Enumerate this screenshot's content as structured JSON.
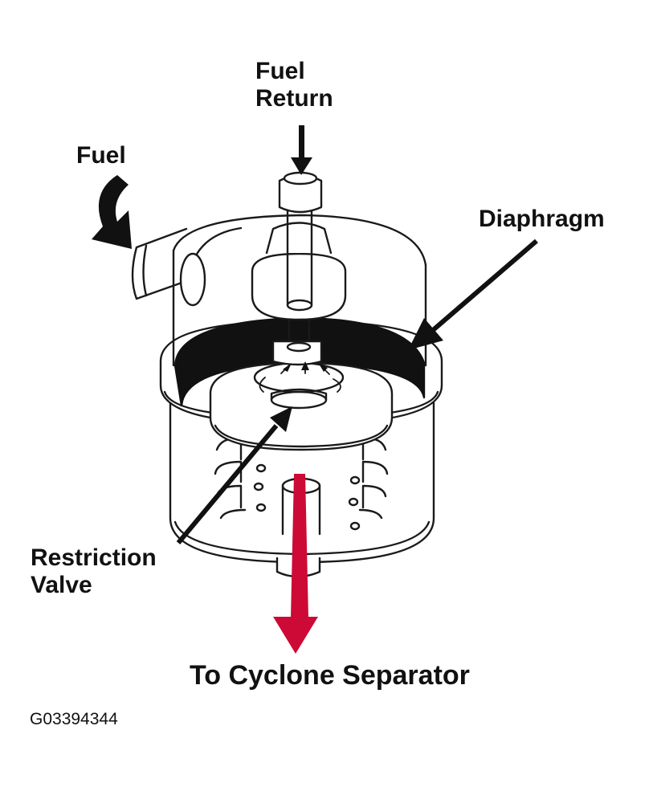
{
  "labels": {
    "fuel_return_line1": "Fuel",
    "fuel_return_line2": "Return",
    "fuel": "Fuel",
    "diaphragm": "Diaphragm",
    "restriction_valve_line1": "Restriction",
    "restriction_valve_line2": "Valve",
    "to_cyclone_separator": "To Cyclone Separator",
    "figure_code": "G03394344"
  },
  "colors": {
    "outline": "#1a1a1a",
    "arrow_black": "#111111",
    "arrow_red": "#cc0a35",
    "background": "#ffffff"
  }
}
